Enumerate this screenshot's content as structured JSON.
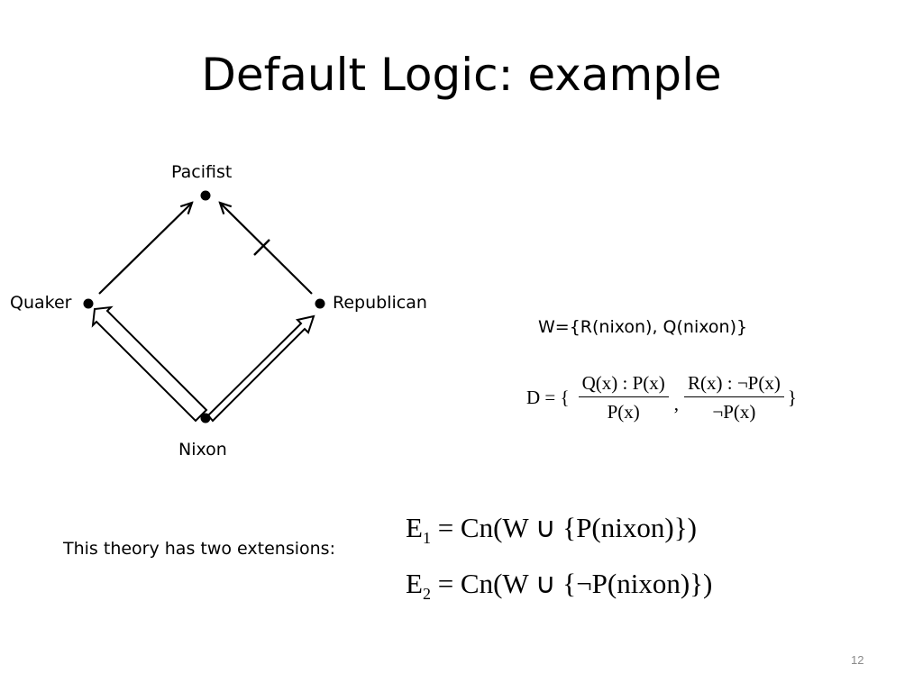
{
  "title": "Default Logic: example",
  "diagram": {
    "nodes": {
      "pacifist": "Pacifist",
      "quaker": "Quaker",
      "republican": "Republican",
      "nixon": "Nixon"
    },
    "edges": [
      {
        "from": "Quaker",
        "to": "Pacifist",
        "kind": "default"
      },
      {
        "from": "Republican",
        "to": "Pacifist",
        "kind": "blocked-default"
      },
      {
        "from": "Nixon",
        "to": "Quaker",
        "kind": "strict"
      },
      {
        "from": "Nixon",
        "to": "Republican",
        "kind": "strict"
      }
    ]
  },
  "w_set": "W={R(nixon), Q(nixon)}",
  "d_set": {
    "lhs": "D = {",
    "rule1_num": "Q(x) : P(x)",
    "rule1_den": "P(x)",
    "sep": ",",
    "rule2_num": "R(x) : ¬P(x)",
    "rule2_den": "¬P(x)",
    "close": "}"
  },
  "extensions_note": "This theory has two extensions:",
  "extensions": [
    {
      "name": "E",
      "index": "1",
      "formula": " = Cn(W ∪ {P(nixon)})"
    },
    {
      "name": "E",
      "index": "2",
      "formula": " = Cn(W ∪ {¬P(nixon)})"
    }
  ],
  "slide_number": "12"
}
